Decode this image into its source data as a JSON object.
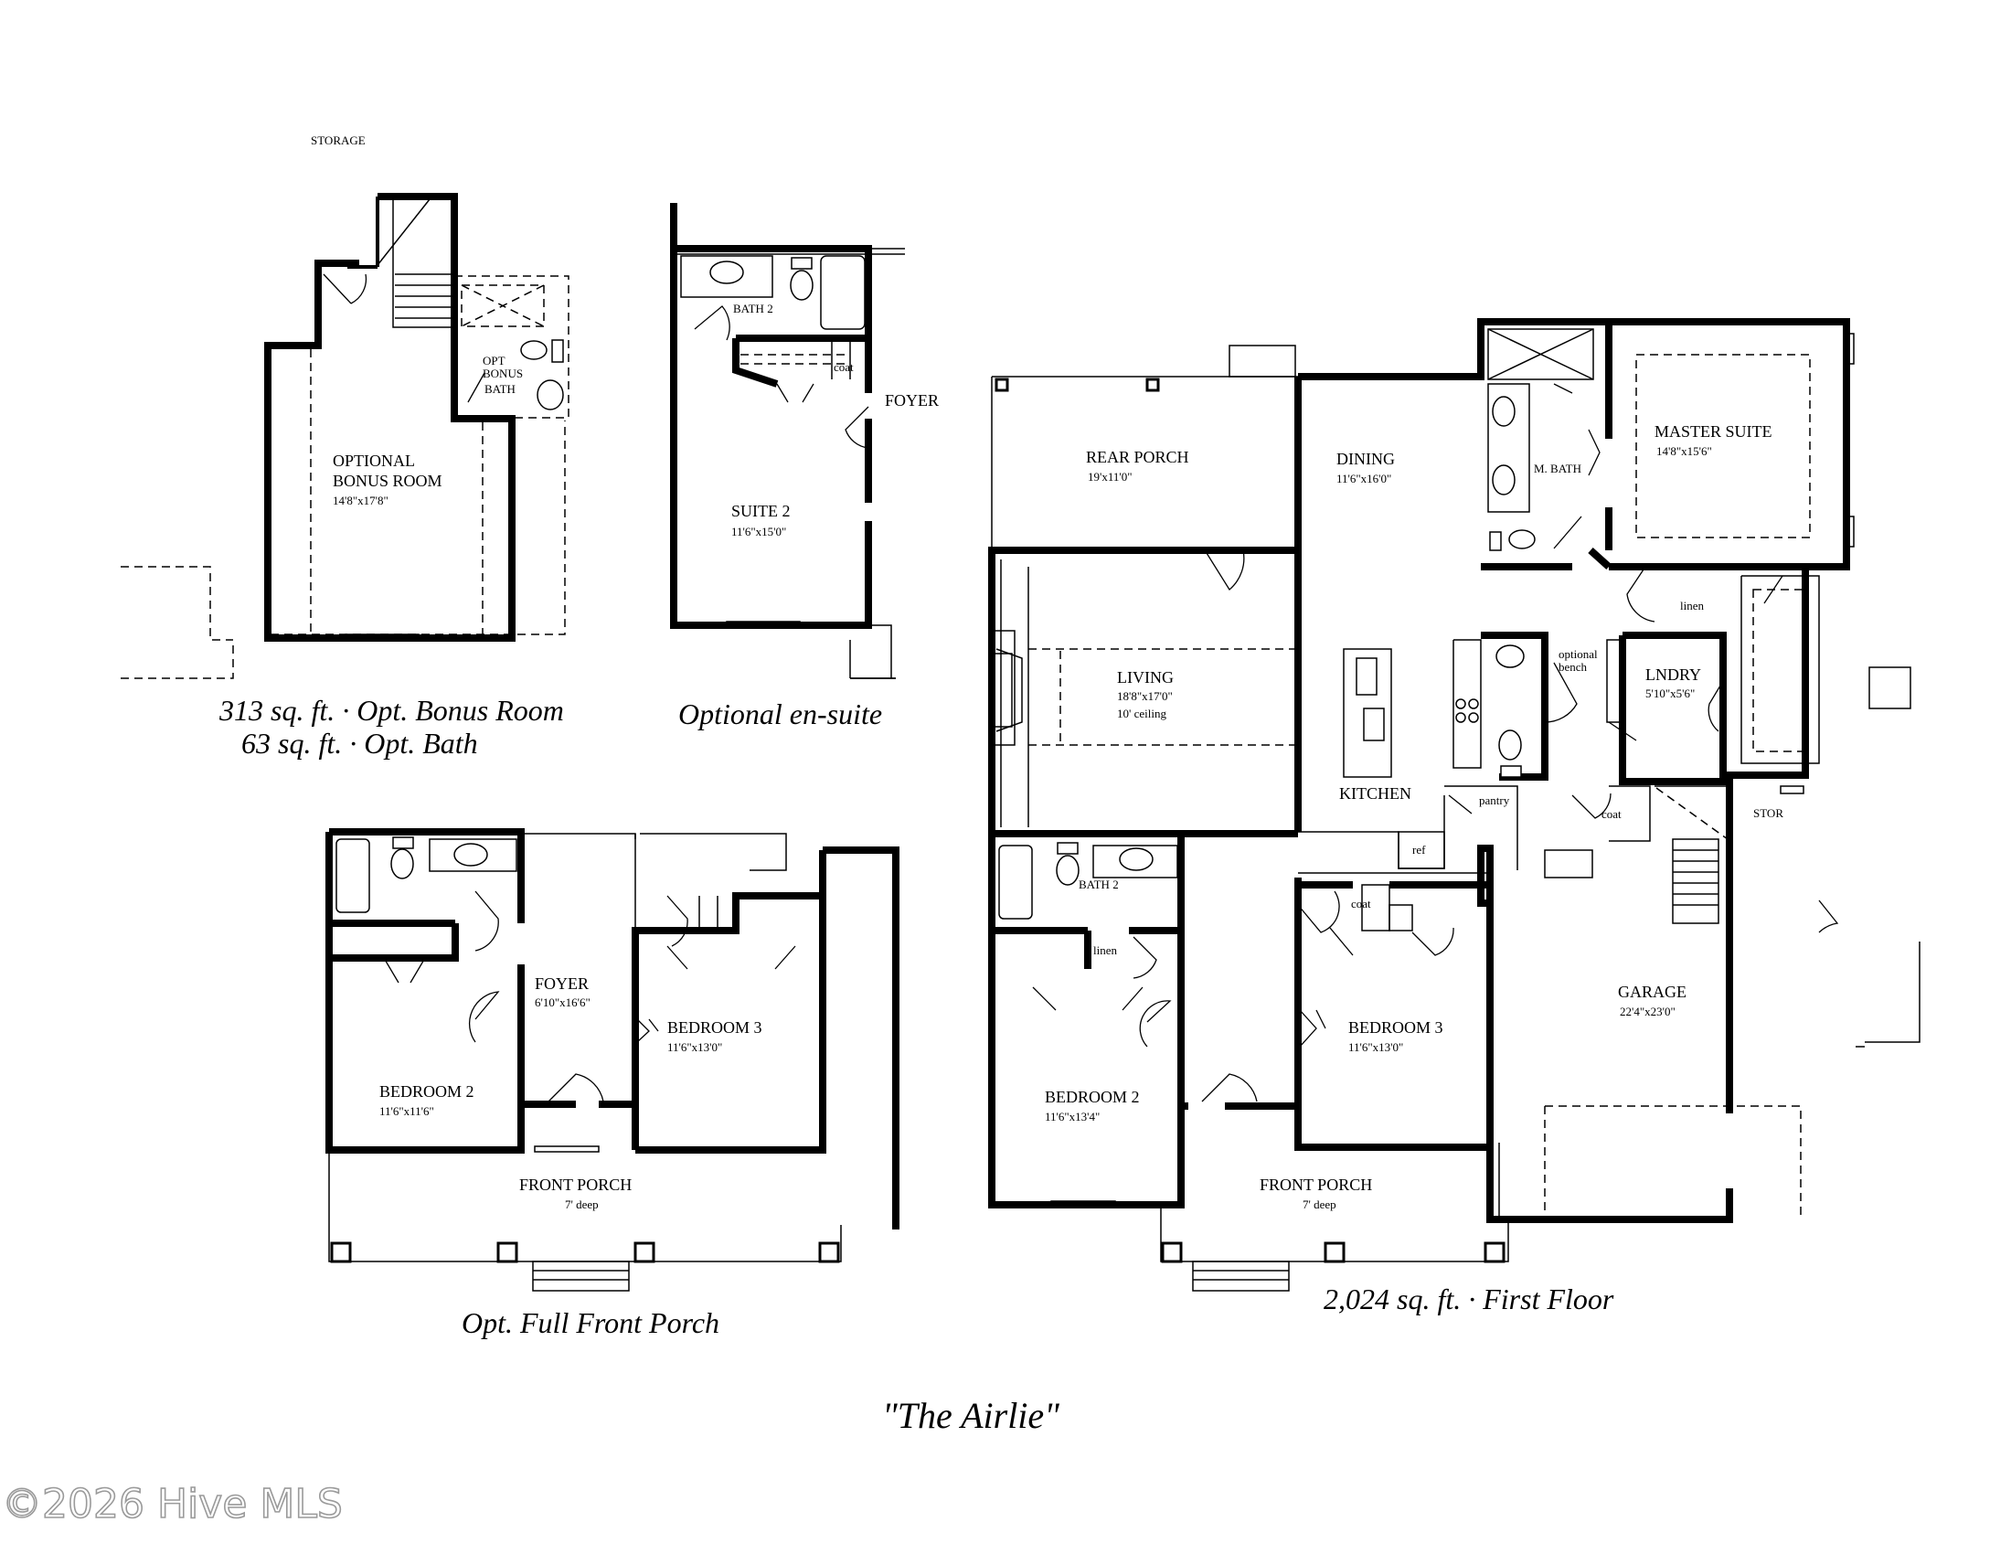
{
  "plan_title": "\"The Airlie\"",
  "watermark": "©2026 Hive MLS",
  "bonus": {
    "storage": "STORAGE",
    "room_line1": "OPTIONAL",
    "room_line2": "BONUS ROOM",
    "room_dim": "14'8\"x17'8\"",
    "opt_bath_1": "OPT",
    "opt_bath_2": "BONUS",
    "opt_bath_3": "BATH",
    "caption_1": "313 sq. ft.  ·  Opt. Bonus Room",
    "caption_2": "63 sq. ft.  ·  Opt. Bath"
  },
  "ensuite": {
    "bath": "BATH 2",
    "coat": "coat",
    "foyer": "FOYER",
    "suite": "SUITE 2",
    "suite_dim": "11'6\"x15'0\"",
    "caption": "Optional en-suite"
  },
  "porch_option": {
    "foyer": "FOYER",
    "foyer_dim": "6'10\"x16'6\"",
    "bed2": "BEDROOM 2",
    "bed2_dim": "11'6\"x11'6\"",
    "bed3": "BEDROOM 3",
    "bed3_dim": "11'6\"x13'0\"",
    "porch": "FRONT PORCH",
    "porch_dim": "7' deep",
    "caption": "Opt. Full Front Porch"
  },
  "first_floor": {
    "rear_porch": "REAR PORCH",
    "rear_porch_dim": "19'x11'0\"",
    "dining": "DINING",
    "dining_dim": "11'6\"x16'0\"",
    "living": "LIVING",
    "living_dim": "18'8\"x17'0\"",
    "living_ceiling": "10' ceiling",
    "kitchen": "KITCHEN",
    "pantry": "pantry",
    "ref": "ref",
    "m_bath": "M. BATH",
    "master": "MASTER SUITE",
    "master_dim": "14'8\"x15'6\"",
    "linen": "linen",
    "bench_1": "optional",
    "bench_2": "bench",
    "lndry": "LNDRY",
    "lndry_dim": "5'10\"x5'6\"",
    "coat_1": "coat",
    "stor": "STOR",
    "bath2": "BATH 2",
    "linen_2": "linen",
    "coat_2": "coat",
    "bed2": "BEDROOM 2",
    "bed2_dim": "11'6\"x13'4\"",
    "bed3": "BEDROOM 3",
    "bed3_dim": "11'6\"x13'0\"",
    "garage": "GARAGE",
    "garage_dim": "22'4\"x23'0\"",
    "porch": "FRONT PORCH",
    "porch_dim": "7' deep",
    "caption": "2,024 sq. ft.  ·  First Floor"
  }
}
